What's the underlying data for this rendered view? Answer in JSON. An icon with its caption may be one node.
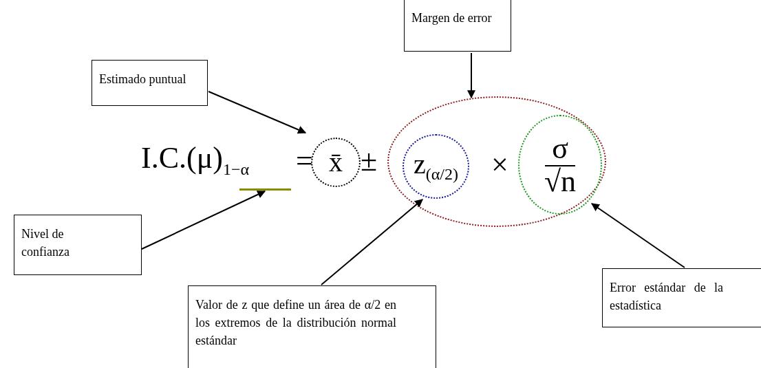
{
  "diagram": {
    "nodes": [
      {
        "text": [
          "Margen de error"
        ]
      },
      {
        "text": [
          "Estimado puntual"
        ]
      },
      {
        "text": [
          "x̄"
        ]
      },
      {
        "text": [],
        "shape": "circle"
      },
      {
        "text": [
          "z$_{(α/2)}$"
        ],
        "in": 3
      },
      {
        "text": [
          "σ",
          "√n"
        ],
        "in": 3
      },
      {
        "text": [],
        "shape": "bar"
      },
      {
        "text": [
          "Nivel de confianza"
        ]
      },
      {
        "text": [
          "Valor de z que define un área de α/2 en los extremos de la distribución normal estándar"
        ]
      },
      {
        "text": [
          "Error estándar de la estadística"
        ]
      }
    ],
    "edges": [
      {
        "from": 0,
        "to": 3,
        "arrow": "to"
      },
      {
        "from": 1,
        "to": 2,
        "arrow": "to"
      },
      {
        "from": 7,
        "to": 6,
        "arrow": "to"
      },
      {
        "from": 8,
        "to": 4,
        "arrow": "to"
      },
      {
        "from": 9,
        "to": 5,
        "arrow": "to"
      }
    ],
    "labels": [
      "I.C.(μ)$_{1−α}$",
      "=",
      "±",
      "×"
    ]
  }
}
